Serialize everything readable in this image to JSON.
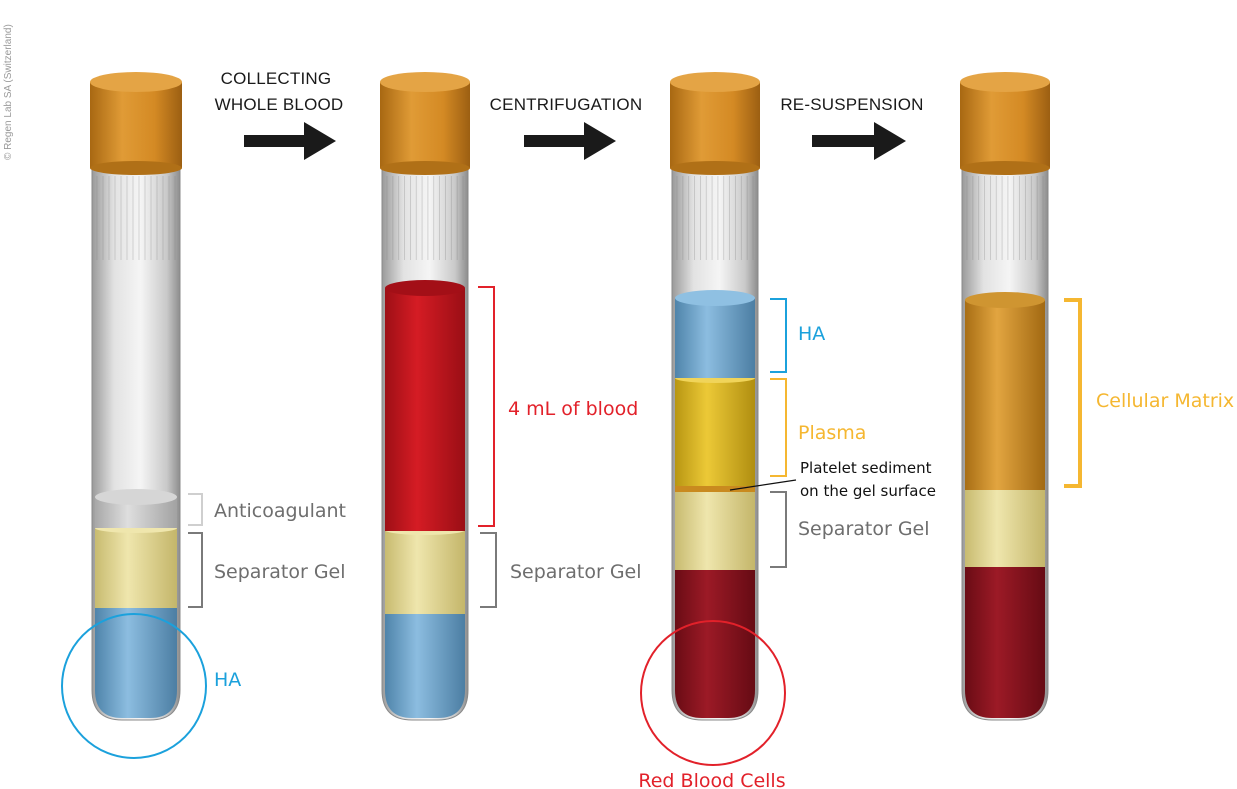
{
  "copyright": "© Regen Lab SA (Switzerland)",
  "steps": {
    "collect_line1": "COLLECTING",
    "collect_line2": "WHOLE BLOOD",
    "centrifugation": "CENTRIFUGATION",
    "resuspension": "RE-SUSPENSION"
  },
  "tube1": {
    "anticoagulant": "Anticoagulant",
    "separator_gel": "Separator Gel",
    "ha": "HA"
  },
  "tube2": {
    "blood": "4 mL of blood",
    "separator_gel": "Separator Gel"
  },
  "tube3": {
    "ha": "HA",
    "plasma": "Plasma",
    "platelet_line1": "Platelet sediment",
    "platelet_line2": "on the gel surface",
    "separator_gel": "Separator Gel",
    "rbc": "Red Blood Cells"
  },
  "tube4": {
    "cellular_matrix": "Cellular Matrix"
  },
  "colors": {
    "ha": "#7aaed1",
    "ha_label": "#1ba1dc",
    "blood": "#c8161d",
    "blood_label": "#e2212a",
    "gel": "#e6dc9a",
    "plasma": "#e6c12a",
    "plasma_label": "#f5b731",
    "rbc": "#8d1420",
    "matrix": "#d79a2e",
    "cap": "#d8932a",
    "anticoagulant": "#c8c8c8",
    "bracket_gray": "#7a7a7a",
    "label_gray": "#6e6e6e"
  }
}
